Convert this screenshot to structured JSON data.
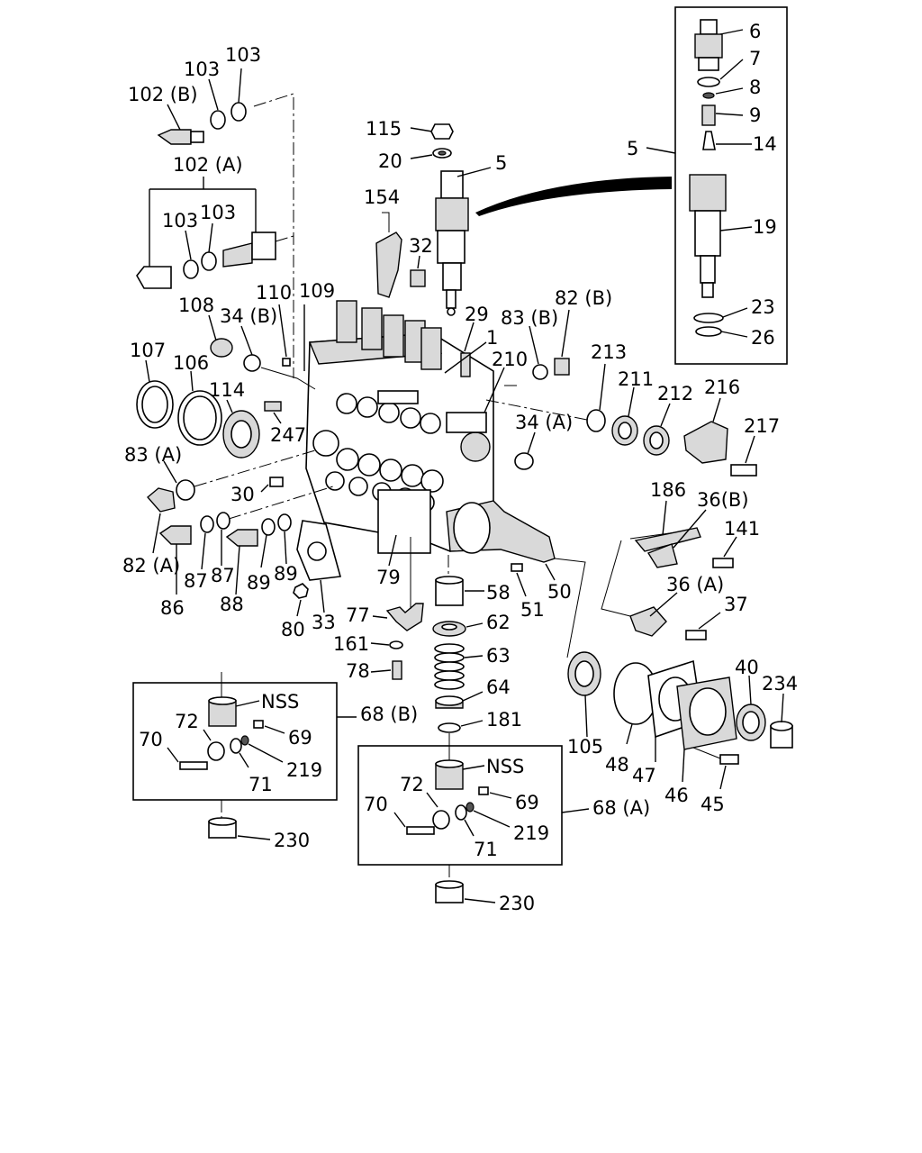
{
  "labels": {
    "l6": "6",
    "l7": "7",
    "l8": "8",
    "l9": "9",
    "l14": "14",
    "l19": "19",
    "l23": "23",
    "l26": "26",
    "l5a": "5",
    "l5b": "5",
    "l103a": "103",
    "l103b": "103",
    "l102b": "102 (B)",
    "l102a": "102 (A)",
    "l103c": "103",
    "l103d": "103",
    "l115": "115",
    "l20": "20",
    "l154": "154",
    "l32": "32",
    "l110": "110",
    "l109": "109",
    "l108": "108",
    "l34b": "34 (B)",
    "l29": "29",
    "l1": "1",
    "l83b": "83 (B)",
    "l82b": "82 (B)",
    "l210": "210",
    "l213": "213",
    "l211": "211",
    "l212": "212",
    "l216": "216",
    "l217": "217",
    "l107": "107",
    "l106": "106",
    "l114": "114",
    "l247": "247",
    "l83a": "83 (A)",
    "l34a": "34 (A)",
    "l30": "30",
    "l82a": "82 (A)",
    "l87a": "87",
    "l87b": "87",
    "l89a": "89",
    "l89b": "89",
    "l86": "86",
    "l88": "88",
    "l79": "79",
    "l80": "80",
    "l33": "33",
    "l58": "58",
    "l51": "51",
    "l50": "50",
    "l77": "77",
    "l62": "62",
    "l161": "161",
    "l63": "63",
    "l78": "78",
    "l64": "64",
    "l181": "181",
    "l186": "186",
    "l36b": "36(B)",
    "l141": "141",
    "l36a": "36 (A)",
    "l37": "37",
    "l40": "40",
    "l234": "234",
    "l105": "105",
    "l48": "48",
    "l47": "47",
    "l46": "46",
    "l45": "45",
    "nssB": "NSS",
    "l72b": "72",
    "l69b": "69",
    "l68b": "68 (B)",
    "l70b": "70",
    "l219b": "219",
    "l71b": "71",
    "l230b": "230",
    "nssA": "NSS",
    "l72a": "72",
    "l69a": "69",
    "l68a": "68 (A)",
    "l70a": "70",
    "l219a": "219",
    "l71a": "71",
    "l230a": "230"
  }
}
